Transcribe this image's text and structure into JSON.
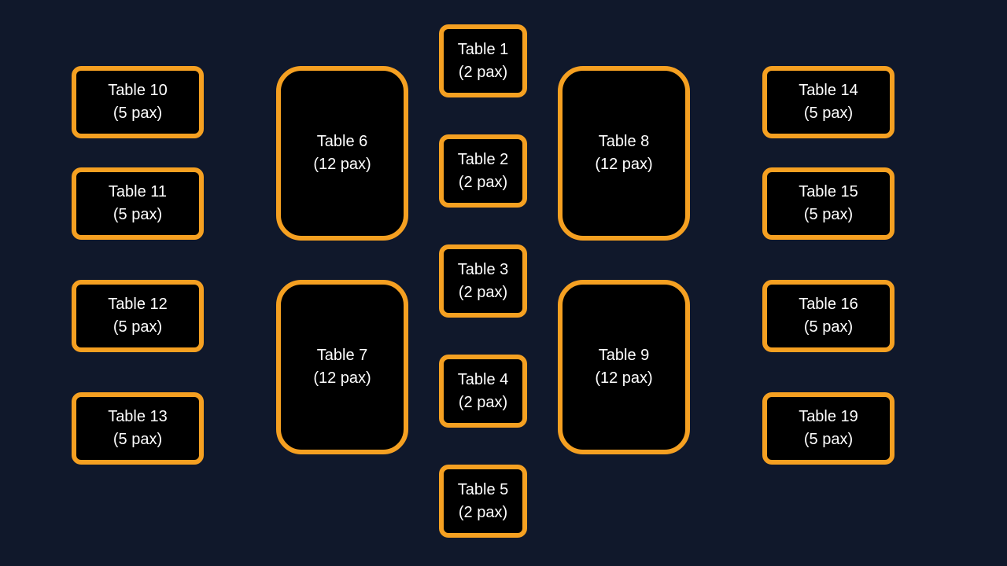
{
  "colors": {
    "background": "#10182b",
    "table_fill": "#000000",
    "table_border": "#f5a021",
    "text": "#ffffff"
  },
  "tables": {
    "t1": {
      "name": "Table 1",
      "capacity": "(2 pax)"
    },
    "t2": {
      "name": "Table 2",
      "capacity": "(2 pax)"
    },
    "t3": {
      "name": "Table 3",
      "capacity": "(2 pax)"
    },
    "t4": {
      "name": "Table 4",
      "capacity": "(2 pax)"
    },
    "t5": {
      "name": "Table 5",
      "capacity": "(2 pax)"
    },
    "t6": {
      "name": "Table 6",
      "capacity": "(12 pax)"
    },
    "t7": {
      "name": "Table 7",
      "capacity": "(12 pax)"
    },
    "t8": {
      "name": "Table 8",
      "capacity": "(12 pax)"
    },
    "t9": {
      "name": "Table 9",
      "capacity": "(12 pax)"
    },
    "t10": {
      "name": "Table 10",
      "capacity": "(5 pax)"
    },
    "t11": {
      "name": "Table 11",
      "capacity": "(5 pax)"
    },
    "t12": {
      "name": "Table 12",
      "capacity": "(5 pax)"
    },
    "t13": {
      "name": "Table 13",
      "capacity": "(5 pax)"
    },
    "t14": {
      "name": "Table 14",
      "capacity": "(5 pax)"
    },
    "t15": {
      "name": "Table 15",
      "capacity": "(5 pax)"
    },
    "t16": {
      "name": "Table 16",
      "capacity": "(5 pax)"
    },
    "t19": {
      "name": "Table 19",
      "capacity": "(5 pax)"
    }
  }
}
